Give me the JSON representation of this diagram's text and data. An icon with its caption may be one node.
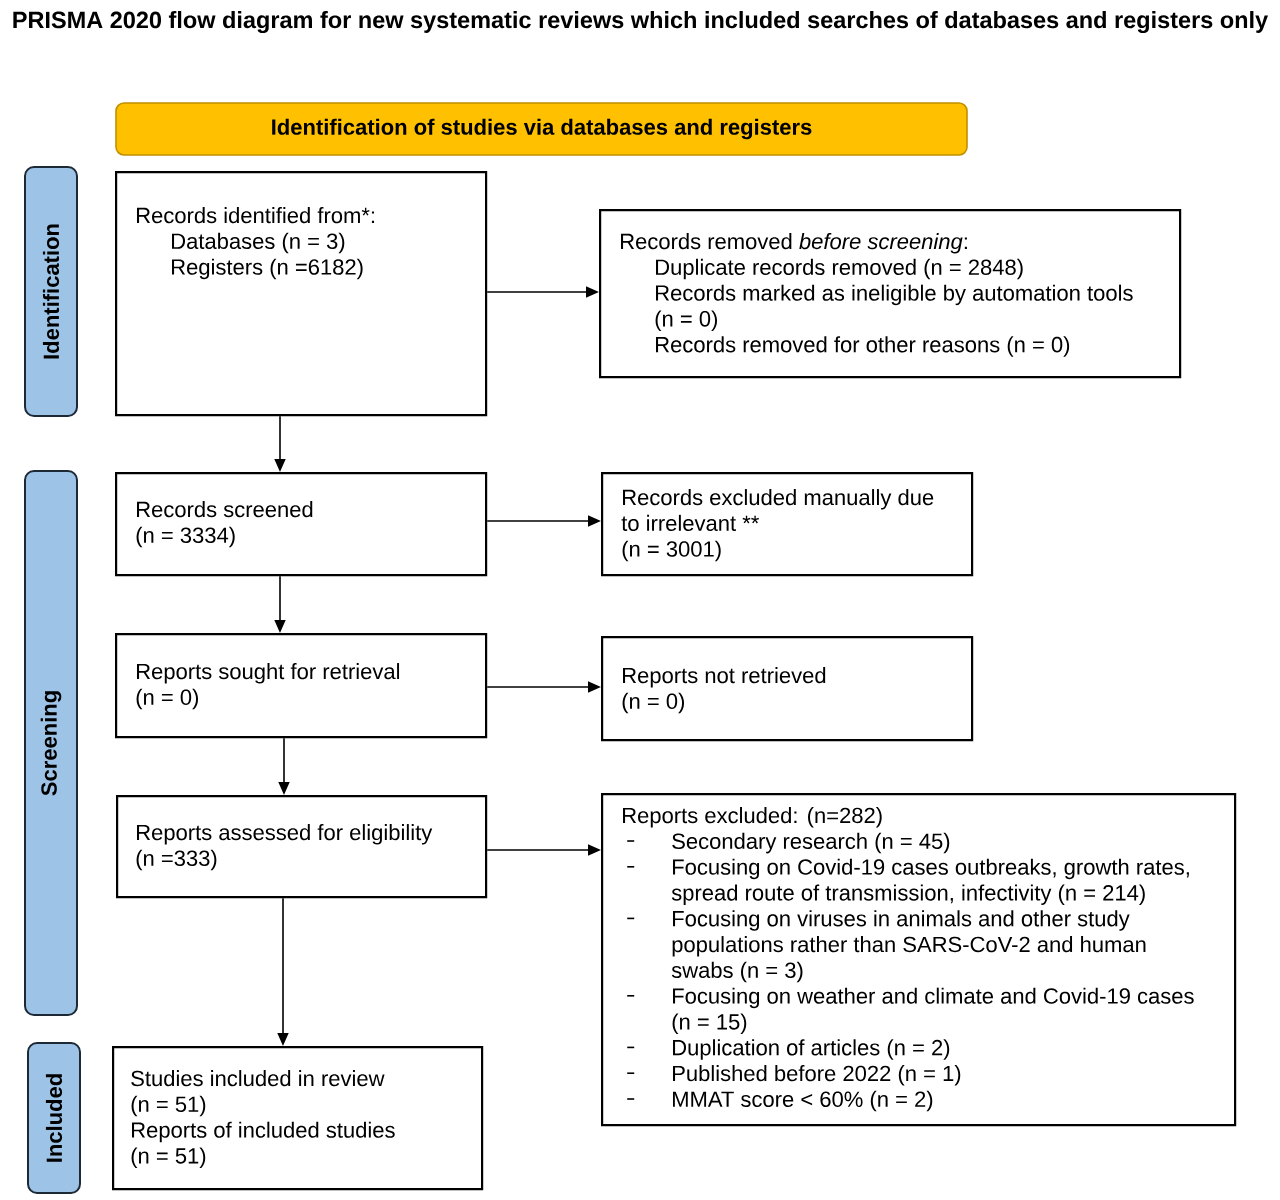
{
  "diagram": {
    "title": "PRISMA 2020 flow diagram for new systematic reviews which included searches of databases and registers only",
    "nodes": [
      {
        "text": [
          "Identification of studies via databases and registers"
        ]
      },
      {
        "text": [
          "Identification"
        ]
      },
      {
        "text": [
          "Records identified from*:",
          "Databases (n = 3)",
          "Registers (n =6182)"
        ]
      },
      {
        "text": [
          "Records removed *before screening*:",
          "Duplicate records removed (n = 2848)",
          "Records marked as ineligible by automation tools (n = 0)",
          "Records removed for other reasons (n = 0)"
        ]
      },
      {
        "text": [
          "Screening"
        ]
      },
      {
        "text": [
          "Records screened",
          "(n = 3334)"
        ]
      },
      {
        "text": [
          "Records excluded manually due to irrelevant **",
          "(n = 3001)"
        ]
      },
      {
        "text": [
          "Reports sought for retrieval",
          "(n = 0)"
        ]
      },
      {
        "text": [
          "Reports not retrieved",
          "(n = 0)"
        ]
      },
      {
        "text": [
          "Reports assessed for eligibility",
          "(n =333)"
        ]
      },
      {
        "text": [
          "Reports excluded: (n=282)",
          "Secondary research (n = 45)",
          "Focusing on Covid-19 cases outbreaks, growth rates, spread route of transmission, infectivity (n = 214)",
          "Focusing on viruses in animals and other study populations rather than SARS-CoV-2 and human swabs (n = 3)",
          "Focusing on weather and climate and Covid-19 cases (n = 15)",
          "Duplication of articles (n = 2)",
          "Published before 2022 (n = 1)",
          "MMAT score < 60% (n = 2)"
        ]
      },
      {
        "text": [
          "Included"
        ]
      },
      {
        "text": [
          "Studies included in review",
          "(n = 51)",
          "Reports of included studies",
          "(n = 51)"
        ]
      }
    ],
    "edges": [
      {
        "from": 2,
        "to": 3,
        "arrow": "to"
      },
      {
        "from": 2,
        "to": 5,
        "arrow": "to"
      },
      {
        "from": 5,
        "to": 6,
        "arrow": "to"
      },
      {
        "from": 5,
        "to": 7,
        "arrow": "to"
      },
      {
        "from": 7,
        "to": 8,
        "arrow": "to"
      },
      {
        "from": 7,
        "to": 9,
        "arrow": "to"
      },
      {
        "from": 9,
        "to": 10,
        "arrow": "to"
      },
      {
        "from": 9,
        "to": 12,
        "arrow": "to"
      }
    ]
  }
}
